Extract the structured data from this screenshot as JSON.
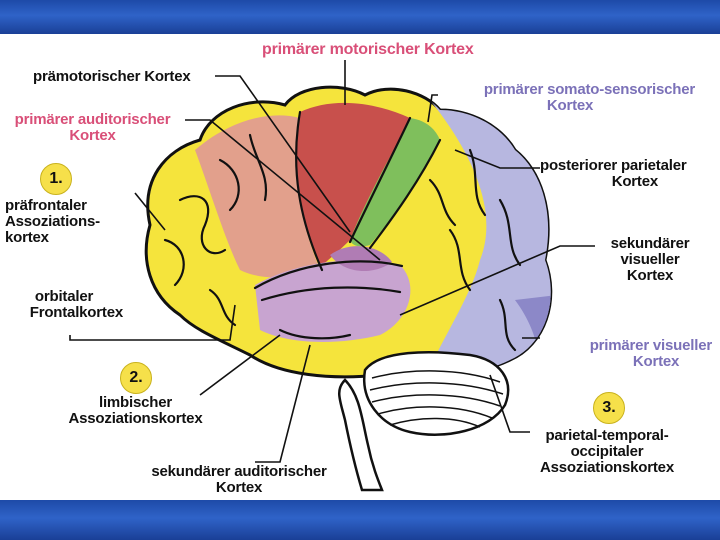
{
  "colors": {
    "header_band": "#2f63c8",
    "pink_label": "#d94f78",
    "purple_label": "#7b71b8",
    "region_motor": "#c8504c",
    "region_premotor": "#e2a08c",
    "region_somatosensory": "#7fbf5c",
    "region_association": "#f5e43c",
    "region_visual": "#b7b7e0",
    "region_auditory": "#c8a4d0",
    "region_primary_visual": "#8c88c8"
  },
  "labels": {
    "primary_motor": "primärer motorischer Kortex",
    "premotor": "prämotorischer Kortex",
    "primary_somatosensory_line1": "primärer somato-sensorischer",
    "primary_somatosensory_line2": "Kortex",
    "primary_auditory_line1": "primärer auditorischer",
    "primary_auditory_line2": "Kortex",
    "posterior_parietal_line1": "posteriorer parietaler",
    "posterior_parietal_line2": "Kortex",
    "prefrontal_num": "1.",
    "prefrontal_line1": "präfrontaler",
    "prefrontal_line2": "Assoziations-",
    "prefrontal_line3": "kortex",
    "secondary_visual_line1": "sekundärer",
    "secondary_visual_line2": "visueller",
    "secondary_visual_line3": "Kortex",
    "orbital_line1": "orbitaler",
    "orbital_line2": "Frontalkortex",
    "primary_visual_line1": "primärer visueller",
    "primary_visual_line2": "Kortex",
    "limbic_num": "2.",
    "limbic_line1": "limbischer",
    "limbic_line2": "Assoziationskortex",
    "pto_num": "3.",
    "pto_line1": "parietal-temporal-",
    "pto_line2": "occipitaler",
    "pto_line3": "Assoziationskortex",
    "secondary_auditory_line1": "sekundärer auditorischer",
    "secondary_auditory_line2": "Kortex"
  }
}
